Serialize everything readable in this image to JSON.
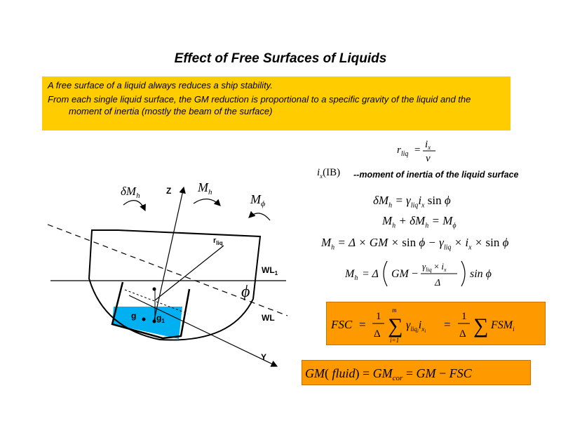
{
  "title": "Effect of Free Surfaces of Liquids",
  "notes": [
    "A free surface of a liquid always reduces a ship stability.",
    "From each single liquid surface, the GM reduction is proportional to a specific gravity of the liquid and the moment of inertia (mostly the beam of the surface)"
  ],
  "diagram": {
    "labels": {
      "z_axis": "Z",
      "y_axis": "Y",
      "wl1": "WL",
      "wl1_sub": "1",
      "wl": "WL",
      "g": "g",
      "g1": "g",
      "g1_sub": "1",
      "r_liq": "r",
      "r_liq_sub": "liq",
      "delta_mh": "δM",
      "delta_mh_sub": "h",
      "mh": "M",
      "mh_sub": "h",
      "m_phi": "M",
      "m_phi_sub": "ϕ",
      "phi": "ϕ"
    },
    "colors": {
      "liquid": "#00B0F0",
      "note_box": "#FFCC00",
      "formula_box": "#FF9900"
    }
  },
  "formulas": {
    "r_liq": {
      "lhs": "r",
      "lhs_sub": "liq",
      "num": "i",
      "num_sub": "x",
      "den": "v"
    },
    "moi_symbol": "i",
    "moi_symbol_sub": "x",
    "moi_arg": "(IB)",
    "moi_text": "--moment of inertia of the liquid surface",
    "eq1": "δM_h = γ_liq i_x sin ϕ",
    "eq2": "M_h + δM_h = M_ϕ",
    "eq3": "M_h = Δ × GM × sin ϕ − γ_liq × i_x × sin ϕ",
    "eq4": "M_h = Δ(GM − γ_liq × i_x / Δ) sin ϕ",
    "fsc": "FSC = 1/Δ Σ(i=1..m) γ_liq,i i_x,i = 1/Δ Σ FSM_i",
    "gm_fluid": "GM(fluid) = GM_cor = GM − FSC"
  }
}
